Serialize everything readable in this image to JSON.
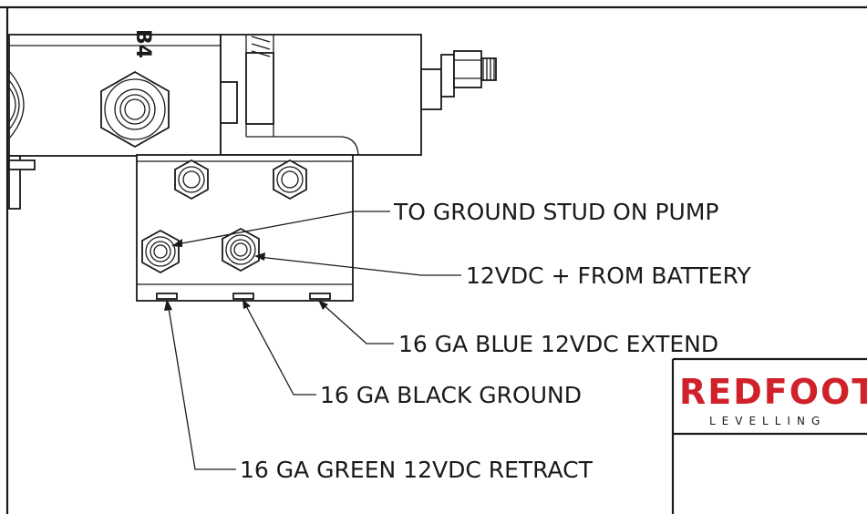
{
  "part_label": "B4",
  "callouts": {
    "ground_stud": "TO GROUND STUD ON PUMP",
    "battery": "12VDC + FROM BATTERY",
    "blue": "16 GA BLUE 12VDC EXTEND",
    "black": "16 GA BLACK GROUND",
    "green": "16 GA GREEN 12VDC RETRACT"
  },
  "logo": {
    "name": "REDFOOT",
    "tagline": "LEVELLING",
    "brand_color": "#d0202a"
  }
}
